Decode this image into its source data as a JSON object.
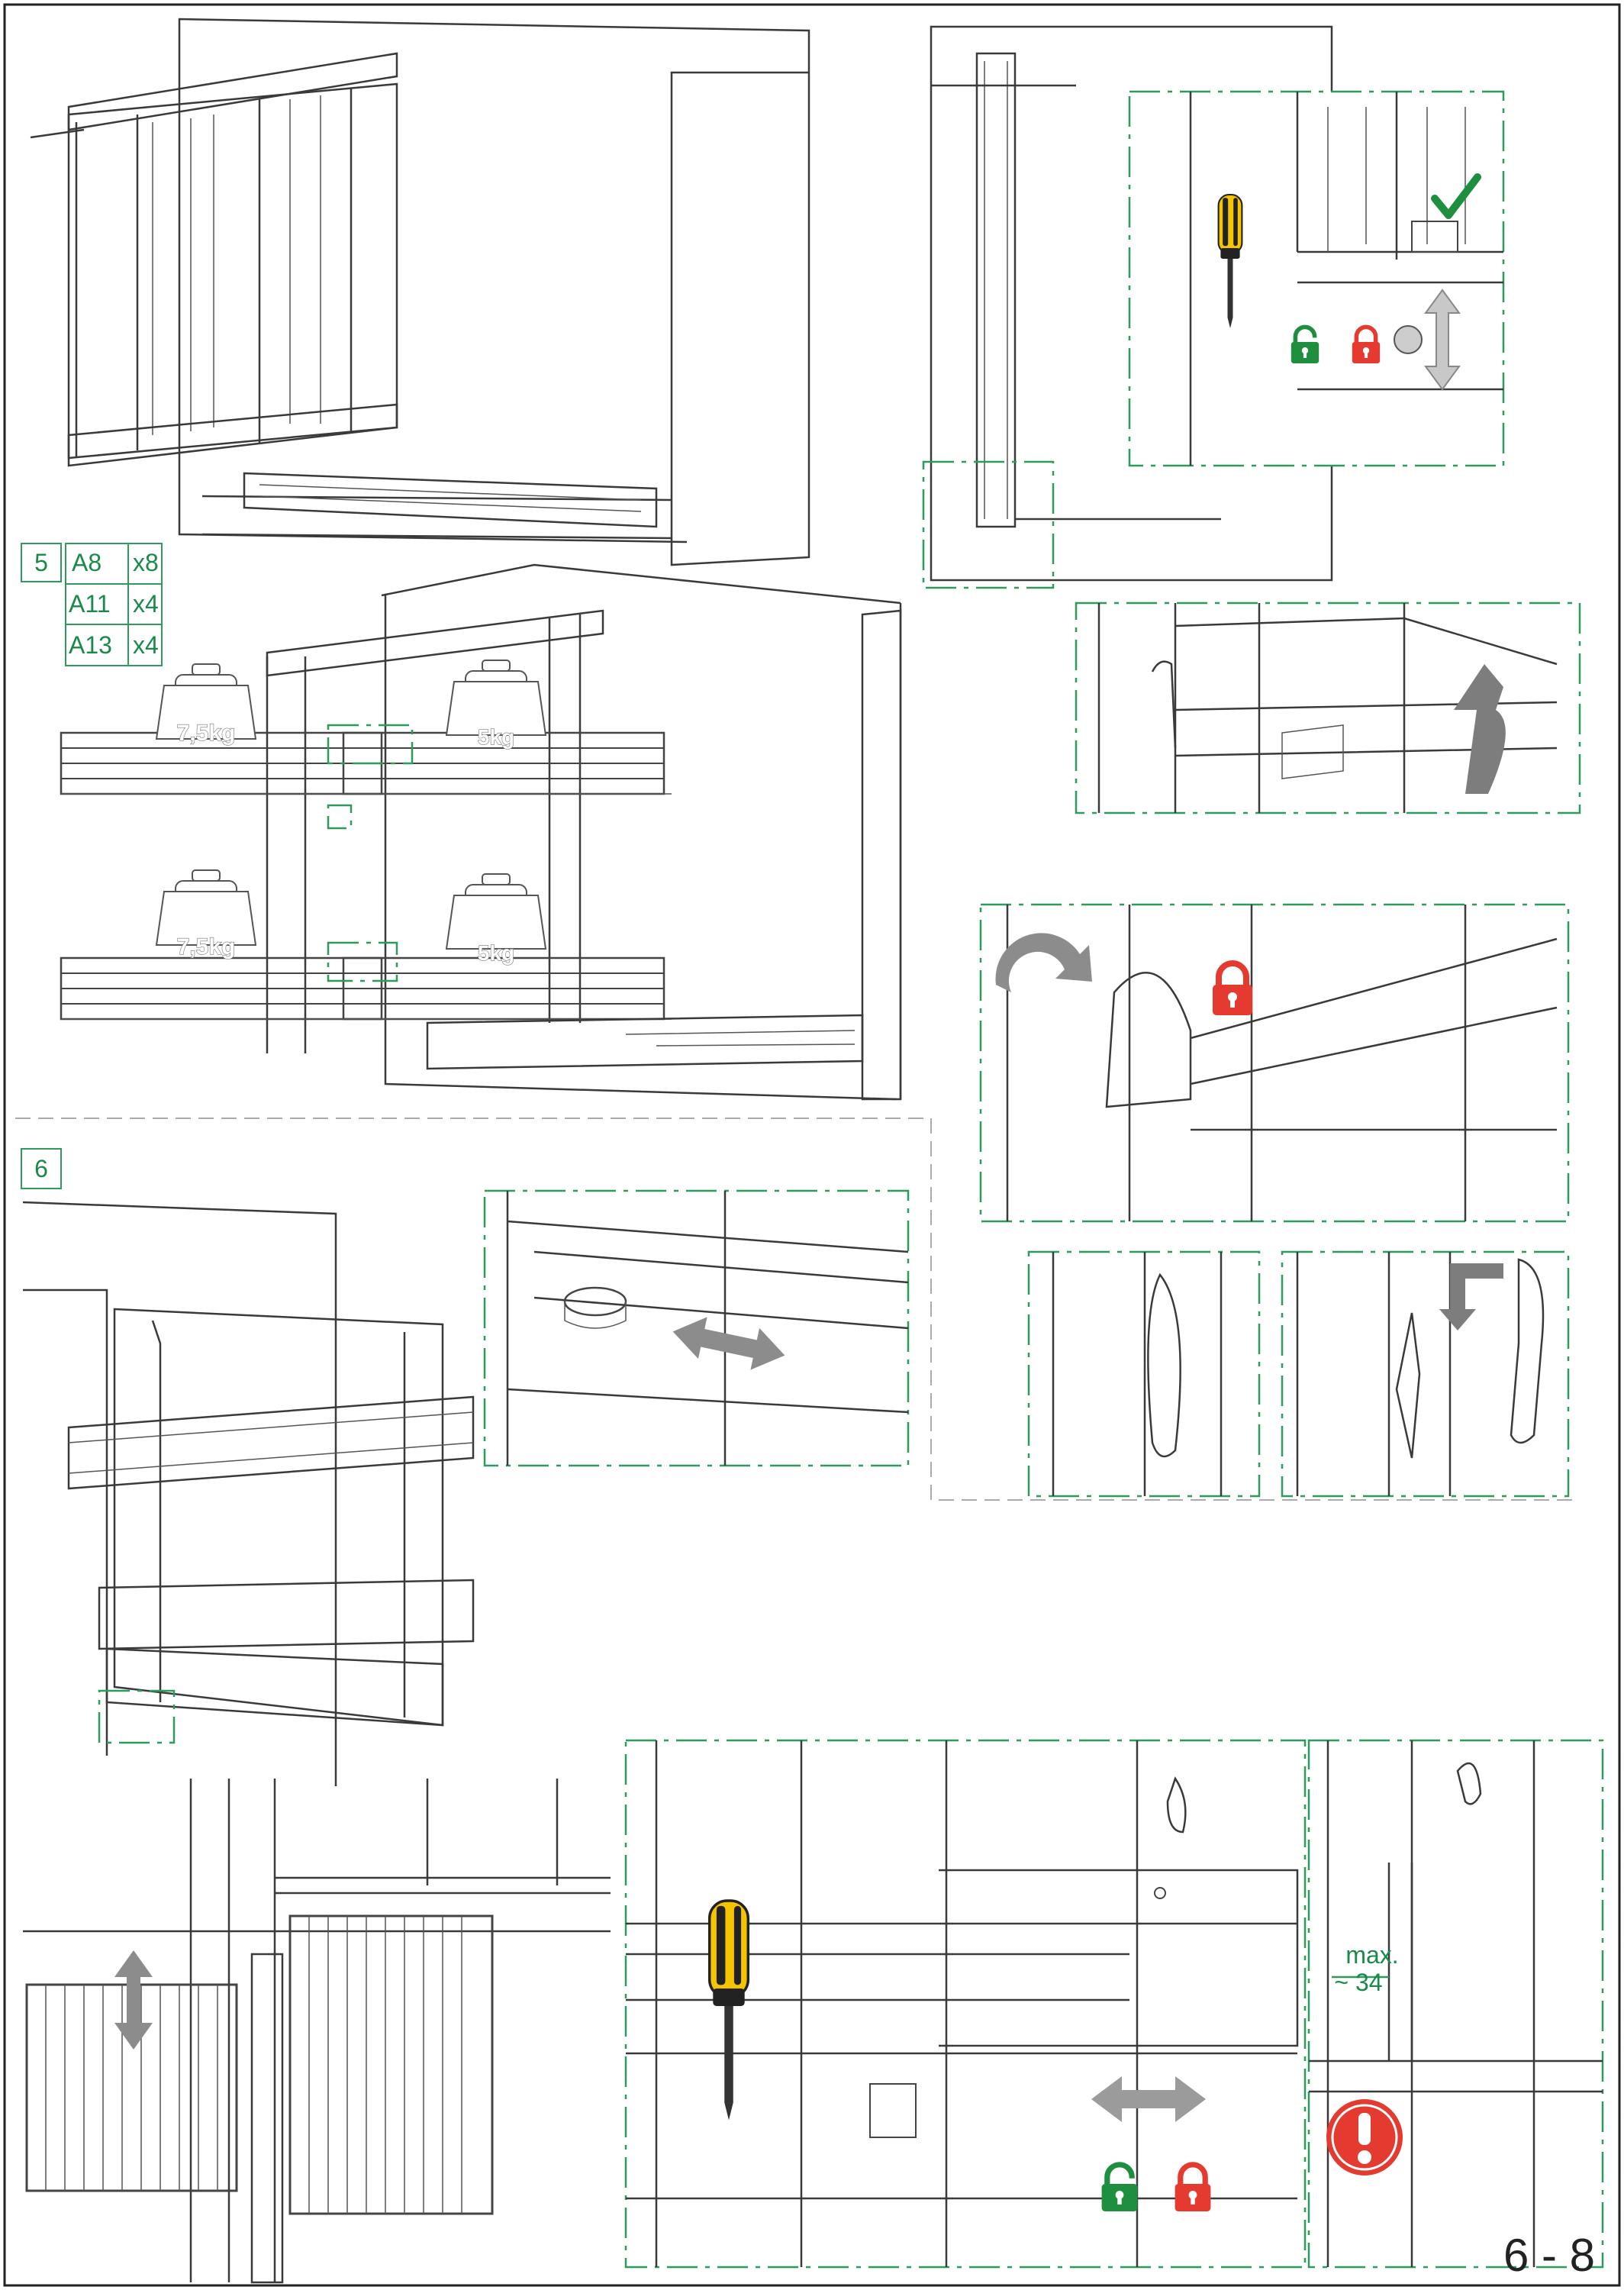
{
  "steps": {
    "step5": {
      "number": "5",
      "parts": [
        {
          "code": "A8",
          "qty": "x8"
        },
        {
          "code": "A11",
          "qty": "x4"
        },
        {
          "code": "A13",
          "qty": "x4"
        }
      ],
      "weights": {
        "top_left": "7,5kg",
        "top_right": "5kg",
        "bottom_left": "7,5kg",
        "bottom_right": "5kg"
      }
    },
    "step6": {
      "number": "6"
    }
  },
  "measurement": {
    "label": "max.",
    "value": "~ 34"
  },
  "page_number": "6 - 8",
  "icons": {
    "check": "checkmark-icon",
    "screwdriver": "screwdriver-icon",
    "lock_open": "unlock-icon",
    "lock_closed": "lock-icon",
    "warning": "exclamation-icon"
  },
  "colors": {
    "accent_green": "#2e9a5c",
    "lock_red": "#e43a2f",
    "unlock_green": "#1e8f3e",
    "arrow_grey": "#8c8c8c",
    "screwdriver_yellow": "#f5c400"
  }
}
